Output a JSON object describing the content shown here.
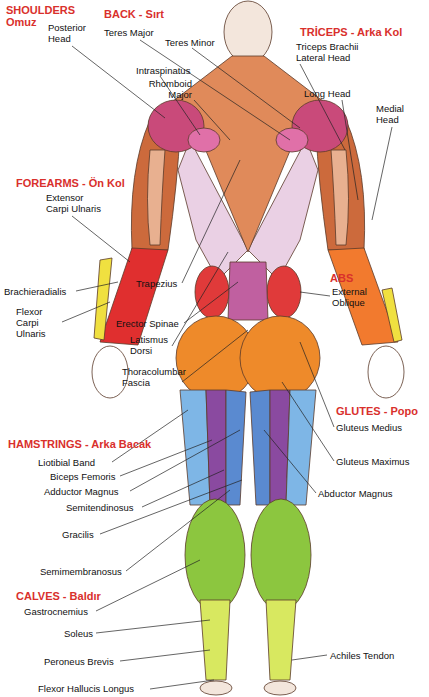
{
  "diagram": {
    "labels": [
      "SHOULDERS Omuz",
      "Posterior Head",
      "BACK - Sırt",
      "Teres Major",
      "Teres Minor",
      "TRİCEPS - Arka Kol",
      "Triceps Brachii Lateral Head",
      "Intraspinatus",
      "Rhomboid Major",
      "Long Head",
      "Medial Head",
      "FOREARMS - Ön Kol",
      "Extensor Carpi Ulnaris",
      "Trapezius",
      "ABS",
      "External Oblique",
      "Brachieradialis",
      "Flexor Carpi Ulnaris",
      "Erector Spinae",
      "Latismus Dorsi",
      "Thoracolumbar Fascia",
      "GLUTES - Popo",
      "Gluteus Medius",
      "HAMSTRINGS - Arka Bacak",
      "Liotibial Band",
      "Biceps Femoris",
      "Gluteus Maximus",
      "Adductor Magnus",
      "Abductor Magnus",
      "Semitendinosus",
      "Gracilis",
      "Semimembranosus",
      "CALVES - Baldır",
      "Gastrocnemius",
      "Soleus",
      "Peroneus Brevis",
      "Achiles Tendon",
      "Flexor Hallucis Longus"
    ]
  }
}
